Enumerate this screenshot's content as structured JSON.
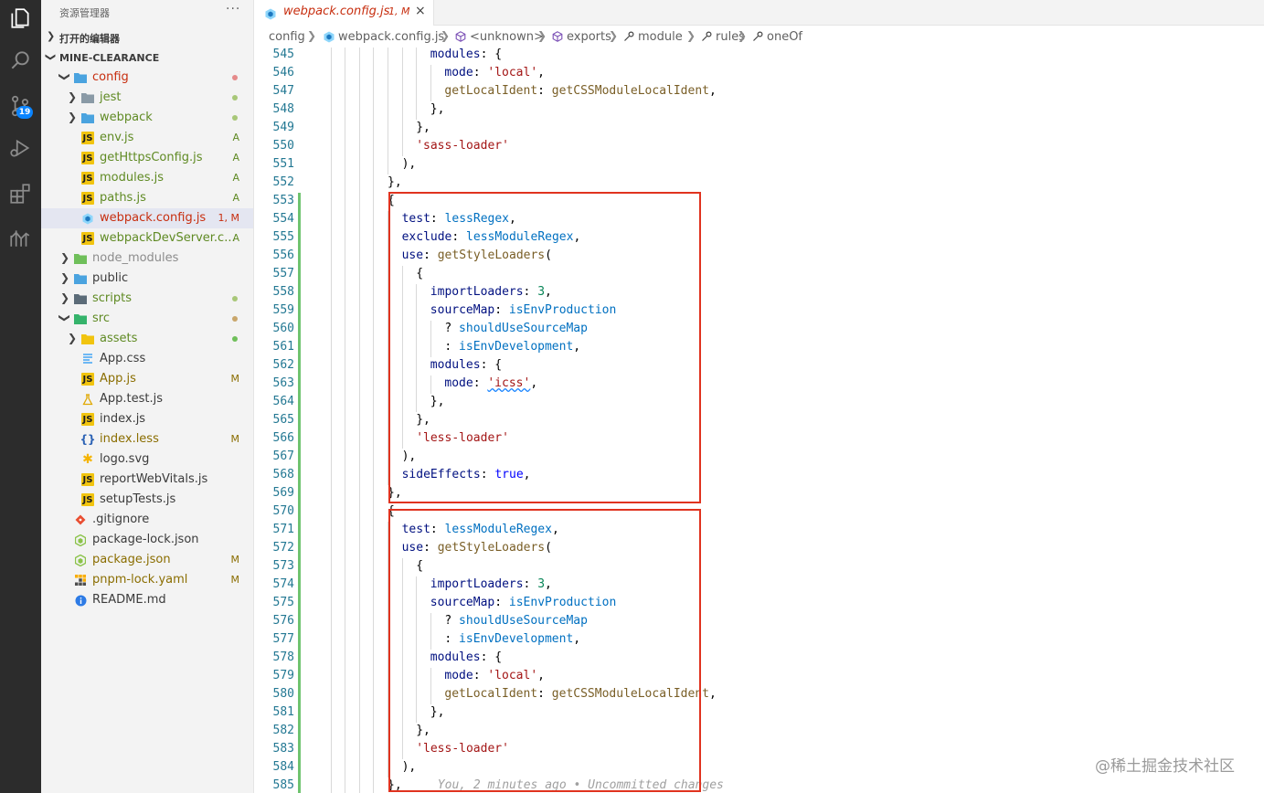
{
  "sidebar": {
    "title": "资源管理器",
    "more": "···",
    "open_editors": "打开的编辑器",
    "workspace": "MINE-CLEARANCE",
    "tree": [
      {
        "name": "config",
        "kind": "folder-open",
        "depth": 0,
        "color": "#c72e0f",
        "dot": "#e58a8a",
        "badge": "",
        "icon_color": "#4aa3df"
      },
      {
        "name": "jest",
        "kind": "folder",
        "depth": 1,
        "color": "#5f8a23",
        "dot": "#a8c778",
        "badge": "",
        "icon_color": "#8a9aa6"
      },
      {
        "name": "webpack",
        "kind": "folder",
        "depth": 1,
        "color": "#5f8a23",
        "dot": "#a8c778",
        "badge": "",
        "icon_color": "#4aa3df"
      },
      {
        "name": "env.js",
        "kind": "js",
        "depth": 1,
        "color": "#5f8a23",
        "dot": "",
        "badge": "A",
        "badge_color": "#5f8a23"
      },
      {
        "name": "getHttpsConfig.js",
        "kind": "js",
        "depth": 1,
        "color": "#5f8a23",
        "dot": "",
        "badge": "A",
        "badge_color": "#5f8a23"
      },
      {
        "name": "modules.js",
        "kind": "js",
        "depth": 1,
        "color": "#5f8a23",
        "dot": "",
        "badge": "A",
        "badge_color": "#5f8a23"
      },
      {
        "name": "paths.js",
        "kind": "js",
        "depth": 1,
        "color": "#5f8a23",
        "dot": "",
        "badge": "A",
        "badge_color": "#5f8a23"
      },
      {
        "name": "webpack.config.js",
        "kind": "webpack",
        "depth": 1,
        "color": "#c72e0f",
        "dot": "",
        "badge": "1, M",
        "badge_color": "#c72e0f",
        "selected": true
      },
      {
        "name": "webpackDevServer.c...",
        "kind": "js",
        "depth": 1,
        "color": "#5f8a23",
        "dot": "",
        "badge": "A",
        "badge_color": "#5f8a23"
      },
      {
        "name": "node_modules",
        "kind": "folder",
        "depth": 0,
        "color": "#8c8c8c",
        "dot": "",
        "badge": "",
        "icon_color": "#6fbf5a"
      },
      {
        "name": "public",
        "kind": "folder",
        "depth": 0,
        "color": "#3b3b3b",
        "dot": "",
        "badge": "",
        "icon_color": "#4aa3df"
      },
      {
        "name": "scripts",
        "kind": "folder",
        "depth": 0,
        "color": "#5f8a23",
        "dot": "#a8c778",
        "badge": "",
        "icon_color": "#5b6b78"
      },
      {
        "name": "src",
        "kind": "folder-open",
        "depth": 0,
        "color": "#5f8a23",
        "dot": "#c9a66b",
        "badge": "",
        "icon_color": "#35b36b"
      },
      {
        "name": "assets",
        "kind": "folder",
        "depth": 1,
        "color": "#5f8a23",
        "dot": "#6fbf5a",
        "badge": "",
        "icon_color": "#f1c40f"
      },
      {
        "name": "App.css",
        "kind": "css",
        "depth": 1,
        "color": "#3b3b3b",
        "dot": "",
        "badge": ""
      },
      {
        "name": "App.js",
        "kind": "js",
        "depth": 1,
        "color": "#8a6d00",
        "dot": "",
        "badge": "M",
        "badge_color": "#8a6d00"
      },
      {
        "name": "App.test.js",
        "kind": "test",
        "depth": 1,
        "color": "#3b3b3b",
        "dot": "",
        "badge": ""
      },
      {
        "name": "index.js",
        "kind": "js",
        "depth": 1,
        "color": "#3b3b3b",
        "dot": "",
        "badge": ""
      },
      {
        "name": "index.less",
        "kind": "less",
        "depth": 1,
        "color": "#8a6d00",
        "dot": "",
        "badge": "M",
        "badge_color": "#8a6d00"
      },
      {
        "name": "logo.svg",
        "kind": "svg",
        "depth": 1,
        "color": "#3b3b3b",
        "dot": "",
        "badge": ""
      },
      {
        "name": "reportWebVitals.js",
        "kind": "js",
        "depth": 1,
        "color": "#3b3b3b",
        "dot": "",
        "badge": ""
      },
      {
        "name": "setupTests.js",
        "kind": "js",
        "depth": 1,
        "color": "#3b3b3b",
        "dot": "",
        "badge": ""
      },
      {
        "name": ".gitignore",
        "kind": "git",
        "depth": 0,
        "color": "#3b3b3b",
        "dot": "",
        "badge": ""
      },
      {
        "name": "package-lock.json",
        "kind": "npm",
        "depth": 0,
        "color": "#3b3b3b",
        "dot": "",
        "badge": ""
      },
      {
        "name": "package.json",
        "kind": "npm",
        "depth": 0,
        "color": "#8a6d00",
        "dot": "",
        "badge": "M",
        "badge_color": "#8a6d00"
      },
      {
        "name": "pnpm-lock.yaml",
        "kind": "pnpm",
        "depth": 0,
        "color": "#8a6d00",
        "dot": "",
        "badge": "M",
        "badge_color": "#8a6d00"
      },
      {
        "name": "README.md",
        "kind": "info",
        "depth": 0,
        "color": "#3b3b3b",
        "dot": "",
        "badge": ""
      }
    ]
  },
  "activity": {
    "scm_badge": "19"
  },
  "tab": {
    "name": "webpack.config.js",
    "badge": "1, M",
    "close": "×"
  },
  "breadcrumb": [
    "config",
    "webpack.config.js",
    "<unknown>",
    "exports",
    "module",
    "rules",
    "oneOf"
  ],
  "editor": {
    "lines": [
      {
        "n": 545,
        "i": 8,
        "t": [
          [
            "p",
            "modules"
          ],
          [
            "",
            ": {"
          ]
        ]
      },
      {
        "n": 546,
        "i": 9,
        "t": [
          [
            "p",
            "mode"
          ],
          [
            "",
            ": "
          ],
          [
            "s",
            "'local'"
          ],
          [
            "",
            ","
          ]
        ]
      },
      {
        "n": 547,
        "i": 9,
        "t": [
          [
            "f",
            "getLocalIdent"
          ],
          [
            "",
            ": "
          ],
          [
            "f",
            "getCSSModuleLocalIdent"
          ],
          [
            "",
            ","
          ]
        ]
      },
      {
        "n": 548,
        "i": 8,
        "t": [
          [
            "",
            "},"
          ]
        ]
      },
      {
        "n": 549,
        "i": 7,
        "t": [
          [
            "",
            "},"
          ]
        ]
      },
      {
        "n": 550,
        "i": 7,
        "t": [
          [
            "s",
            "'sass-loader'"
          ]
        ]
      },
      {
        "n": 551,
        "i": 6,
        "t": [
          [
            "",
            "),"
          ]
        ]
      },
      {
        "n": 552,
        "i": 5,
        "t": [
          [
            "",
            "},"
          ]
        ]
      },
      {
        "n": 553,
        "i": 5,
        "t": [
          [
            "",
            "{"
          ]
        ]
      },
      {
        "n": 554,
        "i": 6,
        "t": [
          [
            "p",
            "test"
          ],
          [
            "",
            ": "
          ],
          [
            "v",
            "lessRegex"
          ],
          [
            "",
            ","
          ]
        ]
      },
      {
        "n": 555,
        "i": 6,
        "t": [
          [
            "p",
            "exclude"
          ],
          [
            "",
            ": "
          ],
          [
            "v",
            "lessModuleRegex"
          ],
          [
            "",
            ","
          ]
        ]
      },
      {
        "n": 556,
        "i": 6,
        "t": [
          [
            "p",
            "use"
          ],
          [
            "",
            ": "
          ],
          [
            "f",
            "getStyleLoaders"
          ],
          [
            "",
            "("
          ]
        ]
      },
      {
        "n": 557,
        "i": 7,
        "t": [
          [
            "",
            "{"
          ]
        ]
      },
      {
        "n": 558,
        "i": 8,
        "t": [
          [
            "p",
            "importLoaders"
          ],
          [
            "",
            ": "
          ],
          [
            "n",
            "3"
          ],
          [
            "",
            ","
          ]
        ]
      },
      {
        "n": 559,
        "i": 8,
        "t": [
          [
            "p",
            "sourceMap"
          ],
          [
            "",
            ": "
          ],
          [
            "v",
            "isEnvProduction"
          ]
        ]
      },
      {
        "n": 560,
        "i": 9,
        "t": [
          [
            "",
            "? "
          ],
          [
            "v",
            "shouldUseSourceMap"
          ]
        ]
      },
      {
        "n": 561,
        "i": 9,
        "t": [
          [
            "",
            ": "
          ],
          [
            "v",
            "isEnvDevelopment"
          ],
          [
            "",
            ","
          ]
        ]
      },
      {
        "n": 562,
        "i": 8,
        "t": [
          [
            "p",
            "modules"
          ],
          [
            "",
            ": {"
          ]
        ]
      },
      {
        "n": 563,
        "i": 9,
        "t": [
          [
            "p",
            "mode"
          ],
          [
            "",
            ": "
          ],
          [
            "sq",
            "'icss'"
          ],
          [
            "",
            ","
          ]
        ]
      },
      {
        "n": 564,
        "i": 8,
        "t": [
          [
            "",
            "},"
          ]
        ]
      },
      {
        "n": 565,
        "i": 7,
        "t": [
          [
            "",
            "},"
          ]
        ]
      },
      {
        "n": 566,
        "i": 7,
        "t": [
          [
            "s",
            "'less-loader'"
          ]
        ]
      },
      {
        "n": 567,
        "i": 6,
        "t": [
          [
            "",
            "),"
          ]
        ]
      },
      {
        "n": 568,
        "i": 6,
        "t": [
          [
            "p",
            "sideEffects"
          ],
          [
            "",
            ": "
          ],
          [
            "k",
            "true"
          ],
          [
            "",
            ","
          ]
        ]
      },
      {
        "n": 569,
        "i": 5,
        "t": [
          [
            "",
            "},"
          ]
        ]
      },
      {
        "n": 570,
        "i": 5,
        "t": [
          [
            "",
            "{"
          ]
        ]
      },
      {
        "n": 571,
        "i": 6,
        "t": [
          [
            "p",
            "test"
          ],
          [
            "",
            ": "
          ],
          [
            "v",
            "lessModuleRegex"
          ],
          [
            "",
            ","
          ]
        ]
      },
      {
        "n": 572,
        "i": 6,
        "t": [
          [
            "p",
            "use"
          ],
          [
            "",
            ": "
          ],
          [
            "f",
            "getStyleLoaders"
          ],
          [
            "",
            "("
          ]
        ]
      },
      {
        "n": 573,
        "i": 7,
        "t": [
          [
            "",
            "{"
          ]
        ]
      },
      {
        "n": 574,
        "i": 8,
        "t": [
          [
            "p",
            "importLoaders"
          ],
          [
            "",
            ": "
          ],
          [
            "n",
            "3"
          ],
          [
            "",
            ","
          ]
        ]
      },
      {
        "n": 575,
        "i": 8,
        "t": [
          [
            "p",
            "sourceMap"
          ],
          [
            "",
            ": "
          ],
          [
            "v",
            "isEnvProduction"
          ]
        ]
      },
      {
        "n": 576,
        "i": 9,
        "t": [
          [
            "",
            "? "
          ],
          [
            "v",
            "shouldUseSourceMap"
          ]
        ]
      },
      {
        "n": 577,
        "i": 9,
        "t": [
          [
            "",
            ": "
          ],
          [
            "v",
            "isEnvDevelopment"
          ],
          [
            "",
            ","
          ]
        ]
      },
      {
        "n": 578,
        "i": 8,
        "t": [
          [
            "p",
            "modules"
          ],
          [
            "",
            ": {"
          ]
        ]
      },
      {
        "n": 579,
        "i": 9,
        "t": [
          [
            "p",
            "mode"
          ],
          [
            "",
            ": "
          ],
          [
            "s",
            "'local'"
          ],
          [
            "",
            ","
          ]
        ]
      },
      {
        "n": 580,
        "i": 9,
        "t": [
          [
            "f",
            "getLocalIdent"
          ],
          [
            "",
            ": "
          ],
          [
            "f",
            "getCSSModuleLocalIdent"
          ],
          [
            "",
            ","
          ]
        ]
      },
      {
        "n": 581,
        "i": 8,
        "t": [
          [
            "",
            "},"
          ]
        ]
      },
      {
        "n": 582,
        "i": 7,
        "t": [
          [
            "",
            "},"
          ]
        ]
      },
      {
        "n": 583,
        "i": 7,
        "t": [
          [
            "s",
            "'less-loader'"
          ]
        ]
      },
      {
        "n": 584,
        "i": 6,
        "t": [
          [
            "",
            "),"
          ]
        ]
      },
      {
        "n": 585,
        "i": 5,
        "t": [
          [
            "",
            "},"
          ],
          [
            "g",
            "     You, 2 minutes ago • Uncommitted changes"
          ]
        ]
      }
    ]
  },
  "watermark": "@稀土掘金技术社区"
}
